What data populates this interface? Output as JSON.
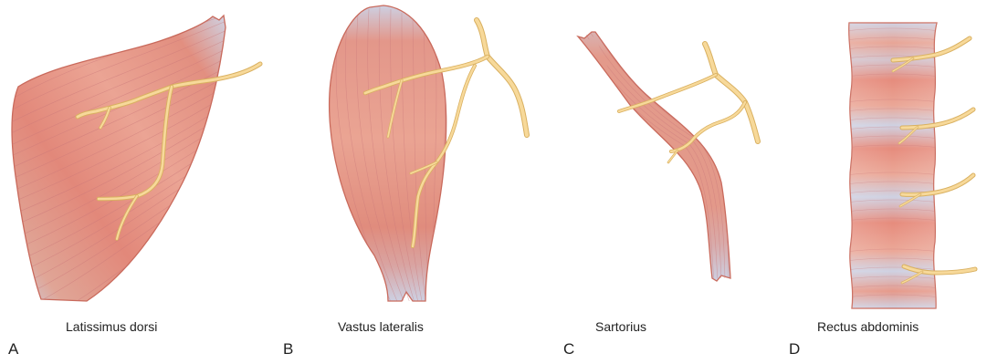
{
  "panels": [
    {
      "letter": "A",
      "caption": "Latissimus dorsi"
    },
    {
      "letter": "B",
      "caption": "Vastus lateralis"
    },
    {
      "letter": "C",
      "caption": "Sartorius"
    },
    {
      "letter": "D",
      "caption": "Rectus abdominis"
    }
  ],
  "colors": {
    "muscle_fill": "#e8a08c",
    "muscle_dark": "#d9715e",
    "muscle_outline": "#c96a5c",
    "tendon": "#c8cbe0",
    "nerve_fill": "#f7d99a",
    "nerve_outline": "#d9b060",
    "fiber": "#c9777a"
  }
}
